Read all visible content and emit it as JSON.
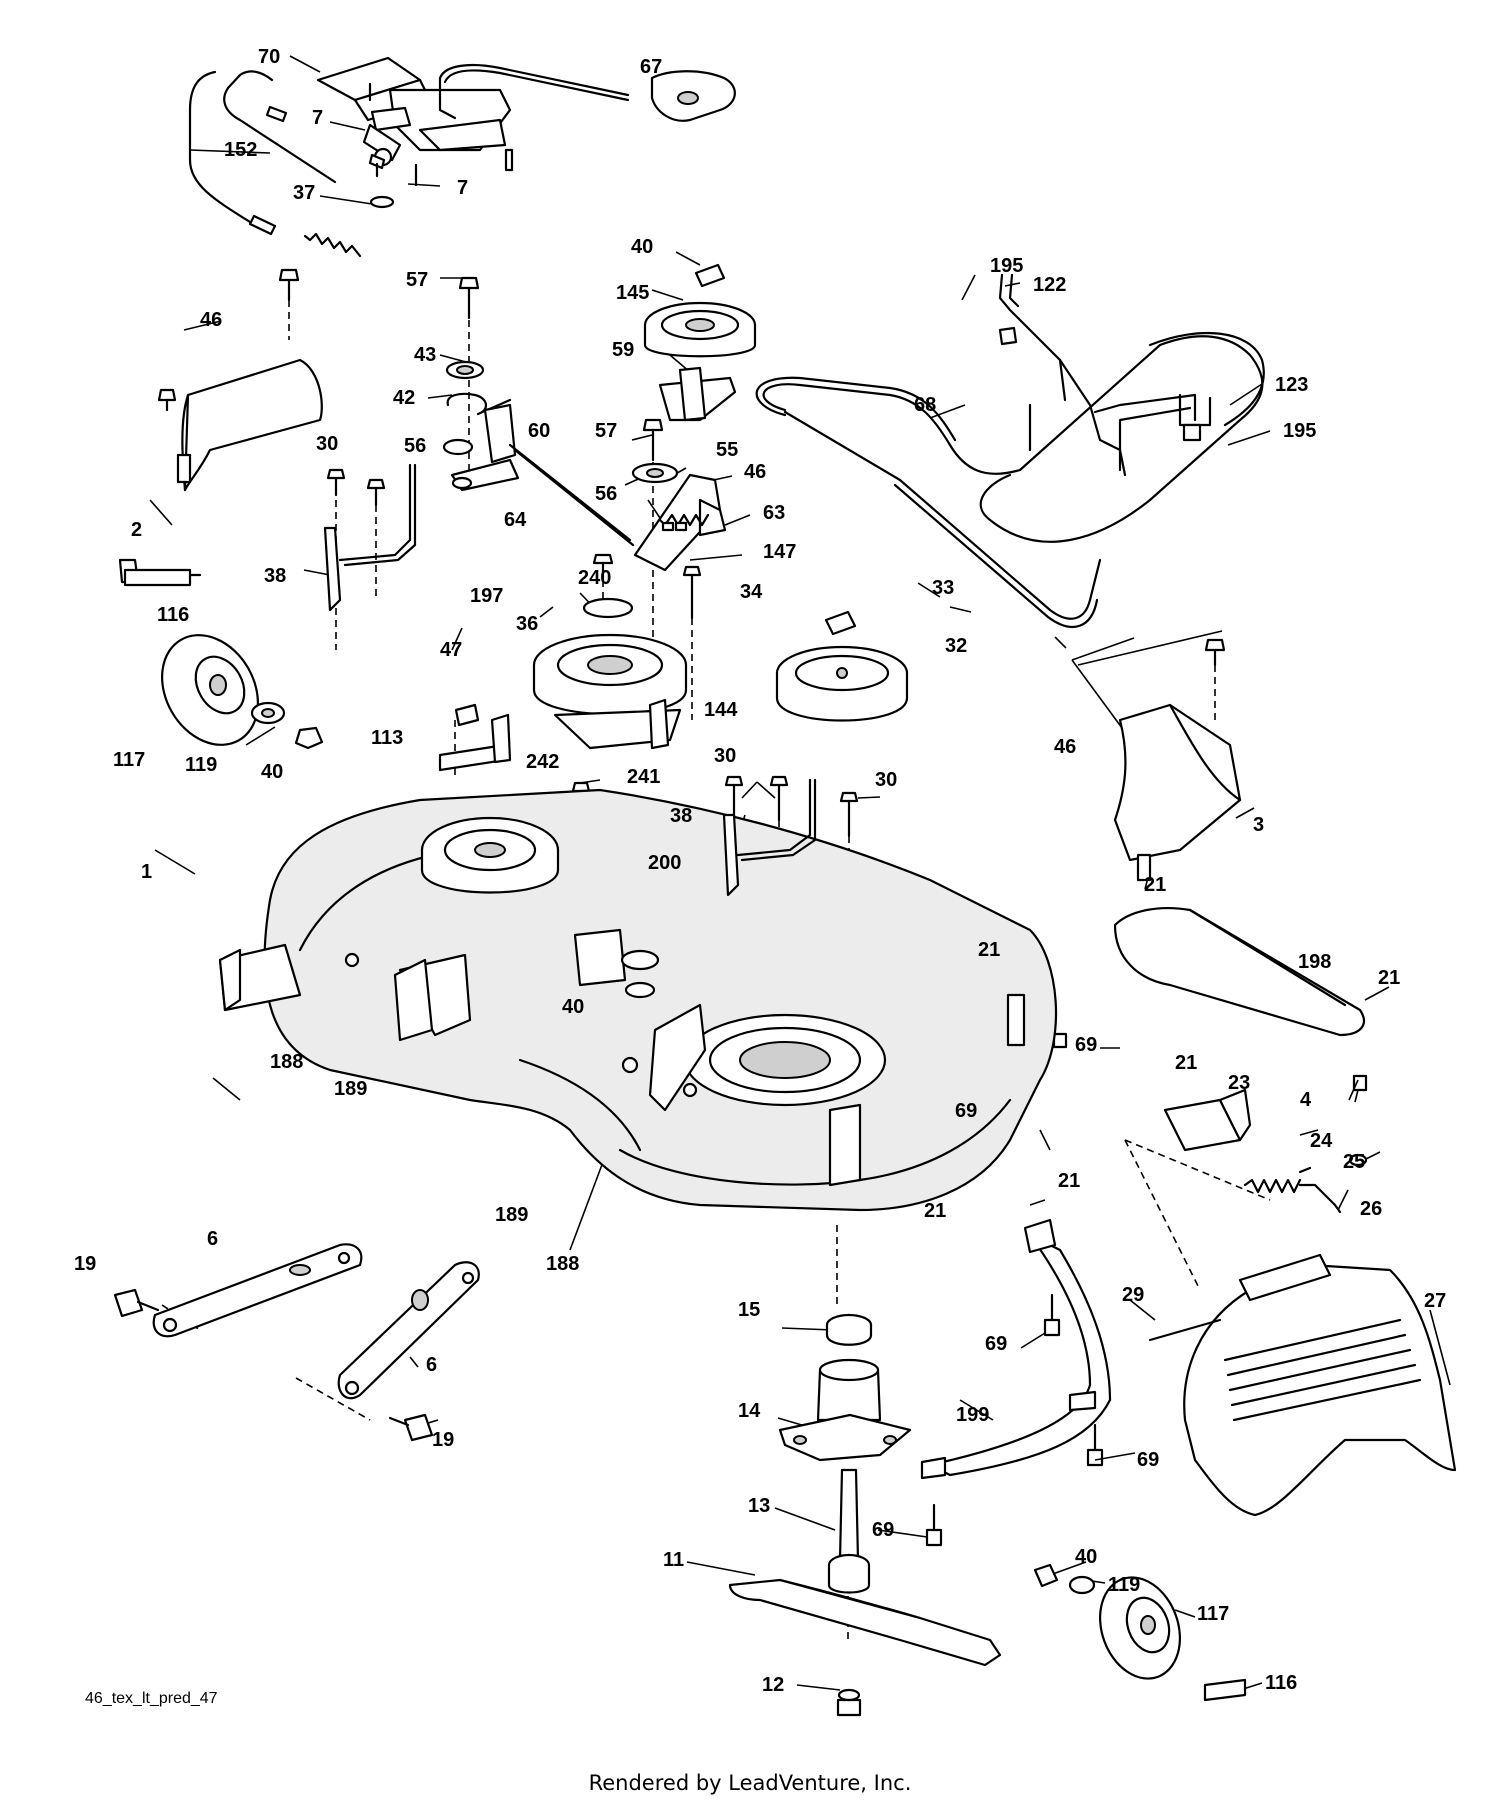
{
  "diagram_code": "46_tex_lt_pred_47",
  "footer": "Rendered by LeadVenture, Inc.",
  "watermark": "LEADVENTURE",
  "callouts": [
    {
      "id": "c70",
      "text": "70"
    },
    {
      "id": "c67",
      "text": "67"
    },
    {
      "id": "c7a",
      "text": "7"
    },
    {
      "id": "c152",
      "text": "152"
    },
    {
      "id": "c7b",
      "text": "7"
    },
    {
      "id": "c37",
      "text": "37"
    },
    {
      "id": "c40a",
      "text": "40"
    },
    {
      "id": "c195a",
      "text": "195"
    },
    {
      "id": "c122",
      "text": "122"
    },
    {
      "id": "c145",
      "text": "145"
    },
    {
      "id": "c46a",
      "text": "46"
    },
    {
      "id": "c57a",
      "text": "57"
    },
    {
      "id": "c59",
      "text": "59"
    },
    {
      "id": "c43",
      "text": "43"
    },
    {
      "id": "c123",
      "text": "123"
    },
    {
      "id": "c42",
      "text": "42"
    },
    {
      "id": "c68",
      "text": "68"
    },
    {
      "id": "c195b",
      "text": "195"
    },
    {
      "id": "c60",
      "text": "60"
    },
    {
      "id": "c57b",
      "text": "57"
    },
    {
      "id": "c56a",
      "text": "56"
    },
    {
      "id": "c30a",
      "text": "30"
    },
    {
      "id": "c55",
      "text": "55"
    },
    {
      "id": "c2",
      "text": "2"
    },
    {
      "id": "c56b",
      "text": "56"
    },
    {
      "id": "c46b",
      "text": "46"
    },
    {
      "id": "c64",
      "text": "64"
    },
    {
      "id": "c63",
      "text": "63"
    },
    {
      "id": "c147",
      "text": "147"
    },
    {
      "id": "c38a",
      "text": "38"
    },
    {
      "id": "c240",
      "text": "240"
    },
    {
      "id": "c197",
      "text": "197"
    },
    {
      "id": "c34",
      "text": "34"
    },
    {
      "id": "c33",
      "text": "33"
    },
    {
      "id": "c116a",
      "text": "116"
    },
    {
      "id": "c36",
      "text": "36"
    },
    {
      "id": "c47",
      "text": "47"
    },
    {
      "id": "c32",
      "text": "32"
    },
    {
      "id": "c144",
      "text": "144"
    },
    {
      "id": "c46c",
      "text": "46"
    },
    {
      "id": "c113",
      "text": "113"
    },
    {
      "id": "c117a",
      "text": "117"
    },
    {
      "id": "c119a",
      "text": "119"
    },
    {
      "id": "c40b",
      "text": "40"
    },
    {
      "id": "c30b",
      "text": "30"
    },
    {
      "id": "c242",
      "text": "242"
    },
    {
      "id": "c241",
      "text": "241"
    },
    {
      "id": "c30c",
      "text": "30"
    },
    {
      "id": "c3",
      "text": "3"
    },
    {
      "id": "c38b",
      "text": "38"
    },
    {
      "id": "c1",
      "text": "1"
    },
    {
      "id": "c200",
      "text": "200"
    },
    {
      "id": "c21a",
      "text": "21"
    },
    {
      "id": "c21b",
      "text": "21"
    },
    {
      "id": "c198",
      "text": "198"
    },
    {
      "id": "c21c",
      "text": "21"
    },
    {
      "id": "c40c",
      "text": "40"
    },
    {
      "id": "c69a",
      "text": "69"
    },
    {
      "id": "c188a",
      "text": "188"
    },
    {
      "id": "c189a",
      "text": "189"
    },
    {
      "id": "c21d",
      "text": "21"
    },
    {
      "id": "c23",
      "text": "23"
    },
    {
      "id": "c4",
      "text": "4"
    },
    {
      "id": "c69b",
      "text": "69"
    },
    {
      "id": "c24",
      "text": "24"
    },
    {
      "id": "c25",
      "text": "25"
    },
    {
      "id": "c21e",
      "text": "21"
    },
    {
      "id": "c189b",
      "text": "189"
    },
    {
      "id": "c21f",
      "text": "21"
    },
    {
      "id": "c26",
      "text": "26"
    },
    {
      "id": "c6a",
      "text": "6"
    },
    {
      "id": "c188b",
      "text": "188"
    },
    {
      "id": "c19a",
      "text": "19"
    },
    {
      "id": "c15",
      "text": "15"
    },
    {
      "id": "c29",
      "text": "29"
    },
    {
      "id": "c27",
      "text": "27"
    },
    {
      "id": "c69c",
      "text": "69"
    },
    {
      "id": "c6b",
      "text": "6"
    },
    {
      "id": "c14",
      "text": "14"
    },
    {
      "id": "c19b",
      "text": "19"
    },
    {
      "id": "c199",
      "text": "199"
    },
    {
      "id": "c69d",
      "text": "69"
    },
    {
      "id": "c13",
      "text": "13"
    },
    {
      "id": "c69e",
      "text": "69"
    },
    {
      "id": "c11",
      "text": "11"
    },
    {
      "id": "c40d",
      "text": "40"
    },
    {
      "id": "c119b",
      "text": "119"
    },
    {
      "id": "c117b",
      "text": "117"
    },
    {
      "id": "c116b",
      "text": "116"
    },
    {
      "id": "c12",
      "text": "12"
    }
  ]
}
